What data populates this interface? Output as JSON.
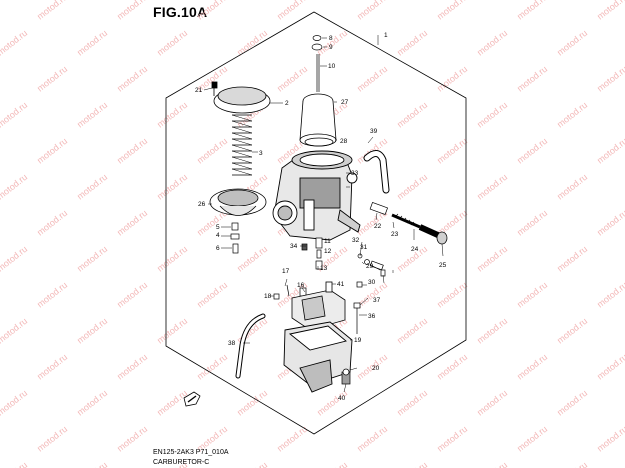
{
  "figure": {
    "title": "FIG.10A",
    "footer_code": "EN125-2AK3 P71_010A",
    "footer_name": "CARBURETOR-C"
  },
  "watermark": {
    "text": "motod.ru",
    "color": "#f3b8b8"
  },
  "callouts": [
    "1",
    "2",
    "3",
    "4",
    "5",
    "6",
    "8",
    "9",
    "10",
    "11",
    "12",
    "13",
    "16",
    "17",
    "18",
    "19",
    "20",
    "21",
    "22",
    "23",
    "24",
    "25",
    "26",
    "27",
    "28",
    "29",
    "30",
    "31",
    "32",
    "33",
    "34",
    "36",
    "37",
    "38",
    "39",
    "40",
    "41"
  ]
}
